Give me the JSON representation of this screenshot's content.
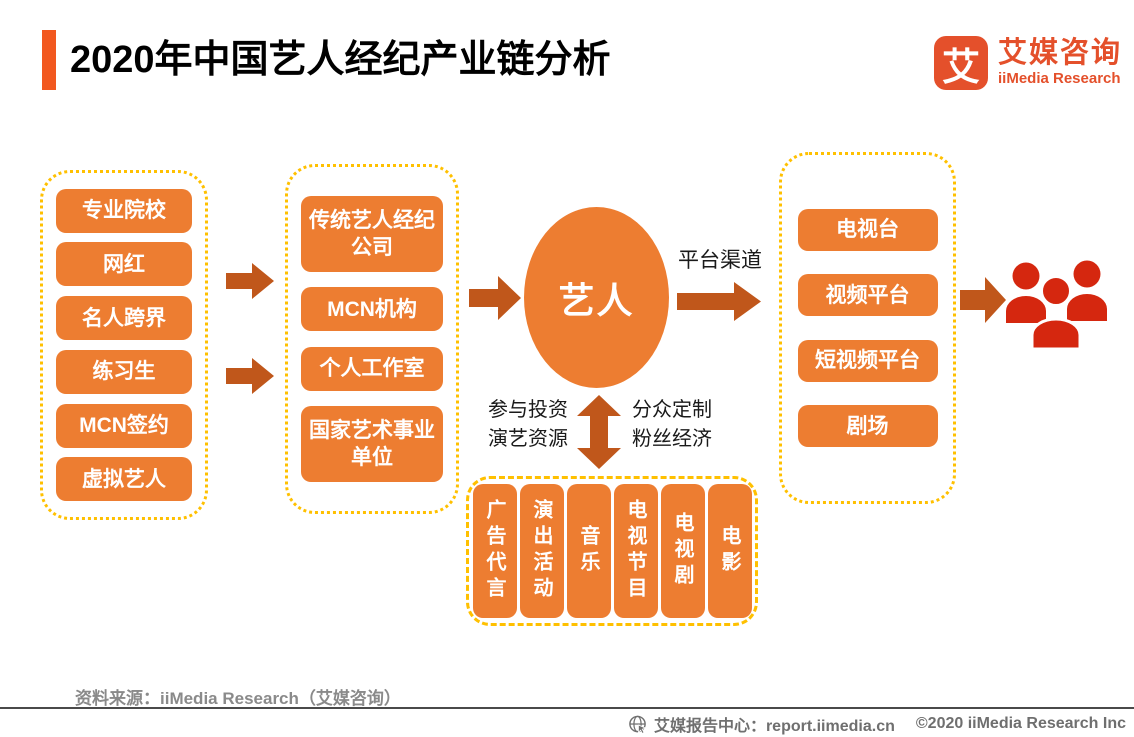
{
  "title": "2020年中国艺人经纪产业链分析",
  "logo": {
    "mark": "艾",
    "name_cn": "艾媒咨询",
    "name_en": "iiMedia Research"
  },
  "colors": {
    "button_orange": "#ED7D31",
    "arrow_orange": "#C0571B",
    "group_border_gold": "#FFC000",
    "accent_bar_orange": "#F2581F",
    "logo_orange": "#E4502B",
    "audience_red": "#D5270F"
  },
  "diagram": {
    "sources": [
      "专业院校",
      "网红",
      "名人跨界",
      "练习生",
      "MCN签约",
      "虚拟艺人"
    ],
    "agencies": [
      "传统艺人经纪公司",
      "MCN机构",
      "个人工作室",
      "国家艺术事业单位"
    ],
    "artist_label": "艺人",
    "channel_label": "平台渠道",
    "platforms": [
      "电视台",
      "视频平台",
      "短视频平台",
      "剧场"
    ],
    "exchange_left_lines": [
      "参与投资",
      "演艺资源"
    ],
    "exchange_right_lines": [
      "分众定制",
      "粉丝经济"
    ],
    "works": [
      "广告代言",
      "演出活动",
      "音乐",
      "电视节目",
      "电视剧",
      "电影"
    ]
  },
  "footer": {
    "source_note": "资料来源：iiMedia Research（艾媒咨询）",
    "report_center": "艾媒报告中心：report.iimedia.cn",
    "copyright": "©2020  iiMedia Research  Inc"
  }
}
